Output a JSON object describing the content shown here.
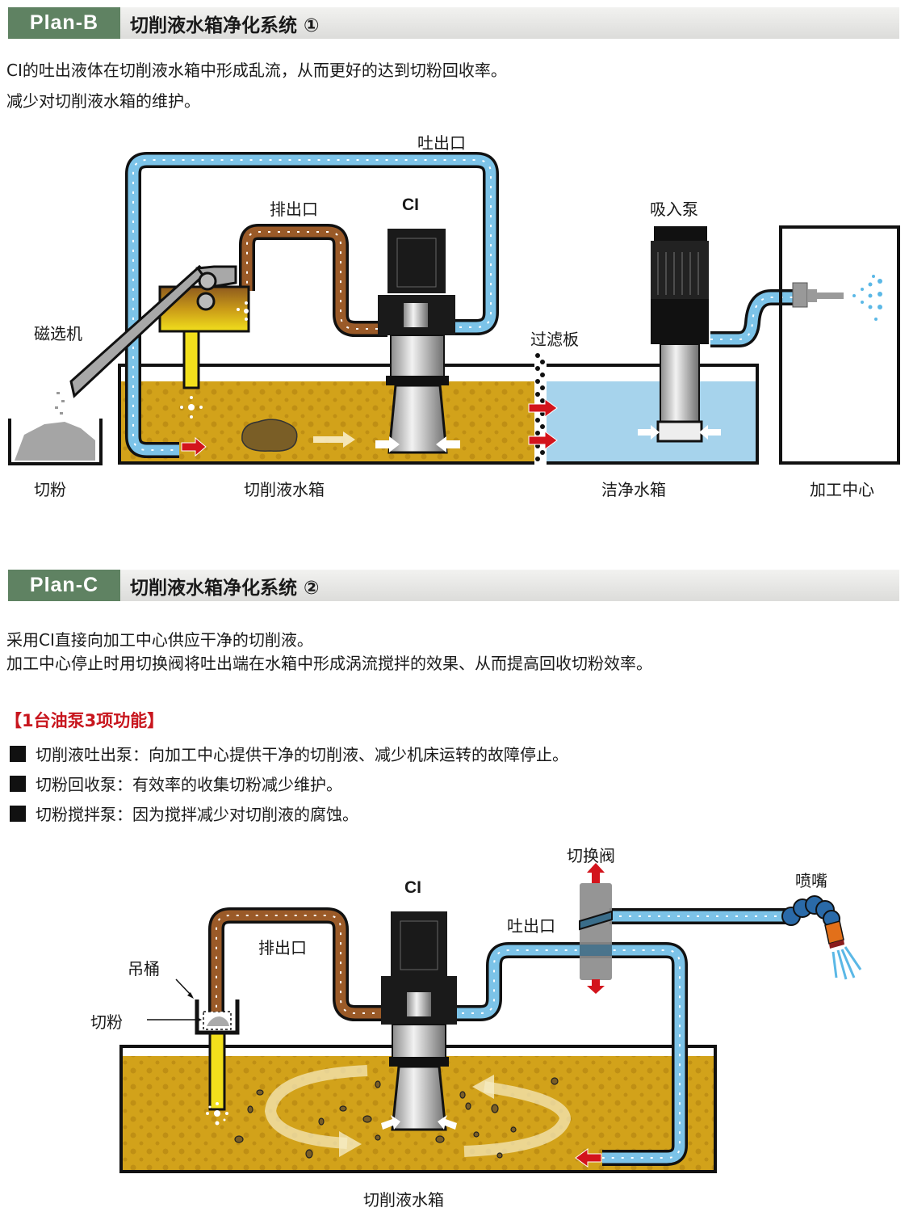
{
  "plan_b": {
    "tag": "Plan-B",
    "title": "切削液水箱净化系统 ①",
    "desc": [
      "CI的吐出液体在切削液水箱中形成乱流，从而更好的达到切粉回收率。",
      "减少对切削液水箱的维护。"
    ],
    "labels": {
      "outlet": "吐出口",
      "discharge": "排出口",
      "pump": "CI",
      "suction_pump": "吸入泵",
      "magnetic_separator": "磁选机",
      "filter_plate": "过滤板",
      "chips": "切粉",
      "coolant_tank": "切削液水箱",
      "clean_tank": "洁净水箱",
      "machining_center": "加工中心"
    }
  },
  "plan_c": {
    "tag": "Plan-C",
    "title": "切削液水箱净化系统 ②",
    "desc": [
      "采用CI直接向加工中心供应干净的切削液。",
      "加工中心停止时用切换阀将吐出端在水箱中形成涡流搅拌的效果、从而提高回收切粉效率。"
    ],
    "feature_title": "【1台油泵3项功能】",
    "features": [
      "切削液吐出泵：向加工中心提供干净的切削液、减少机床运转的故障停止。",
      "切粉回收泵：有效率的收集切粉减少维护。",
      "切粉搅拌泵：因为搅拌减少对切削液的腐蚀。"
    ],
    "labels": {
      "switch_valve": "切换阀",
      "nozzle": "喷嘴",
      "pump": "CI",
      "outlet": "吐出口",
      "discharge": "排出口",
      "bucket": "吊桶",
      "chips": "切粉",
      "coolant_tank": "切削液水箱"
    }
  },
  "colors": {
    "tag_green": "#5f8262",
    "coolant": "#d2a21a",
    "clean_water": "#a6d3ec",
    "pipe_blue": "#7cc3e8",
    "pipe_brown": "#9a5a28",
    "arrow_red": "#d3141c",
    "accent_red": "#c8161e"
  }
}
